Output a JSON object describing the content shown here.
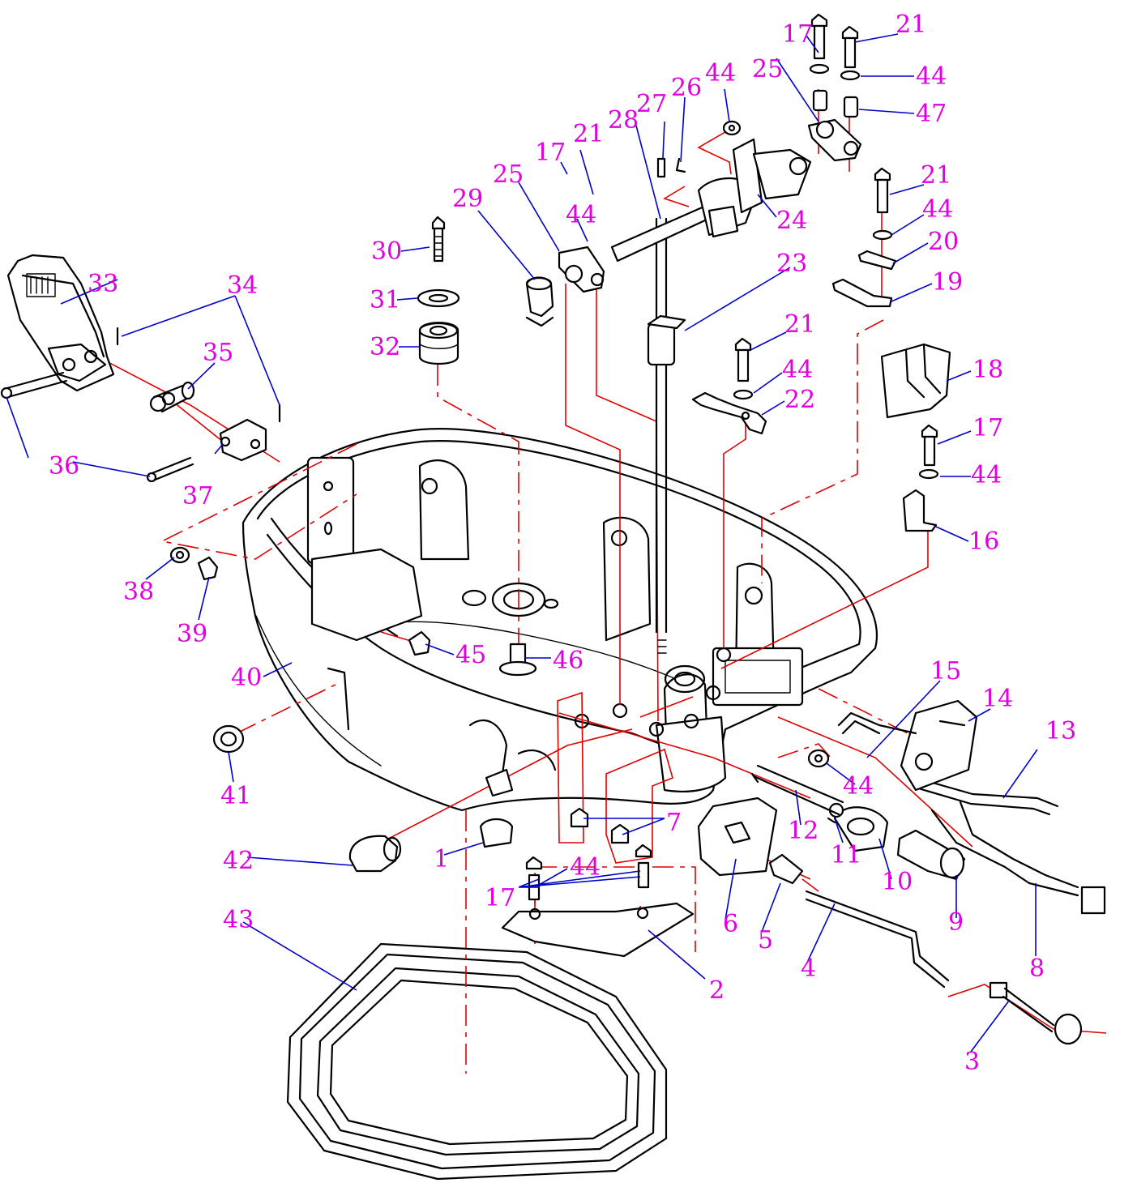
{
  "colors": {
    "callout": "#e000e0",
    "leader": "#0000c8",
    "assembly_line": "#e00000",
    "part_outline": "#000000",
    "background": "#ffffff"
  },
  "callouts": {
    "c1": "1",
    "c2": "2",
    "c3": "3",
    "c4": "4",
    "c5": "5",
    "c6": "6",
    "c7": "7",
    "c8": "8",
    "c9": "9",
    "c10": "10",
    "c11": "11",
    "c12": "12",
    "c13": "13",
    "c14": "14",
    "c15": "15",
    "c16": "16",
    "c17a": "17",
    "c17b": "17",
    "c17c": "17",
    "c17d": "17",
    "c18": "18",
    "c19": "19",
    "c20": "20",
    "c21a": "21",
    "c21b": "21",
    "c21c": "21",
    "c21d": "21",
    "c22": "22",
    "c23": "23",
    "c24": "24",
    "c25a": "25",
    "c25b": "25",
    "c26": "26",
    "c27": "27",
    "c28": "28",
    "c29": "29",
    "c30": "30",
    "c31": "31",
    "c32": "32",
    "c33": "33",
    "c34": "34",
    "c35": "35",
    "c36": "36",
    "c37": "37",
    "c38": "38",
    "c39": "39",
    "c40": "40",
    "c41": "41",
    "c42": "42",
    "c43": "43",
    "c44a": "44",
    "c44b": "44",
    "c44c": "44",
    "c44d": "44",
    "c44e": "44",
    "c44f": "44",
    "c44g": "44",
    "c44h": "44",
    "c45": "45",
    "c46": "46",
    "c47": "47"
  }
}
